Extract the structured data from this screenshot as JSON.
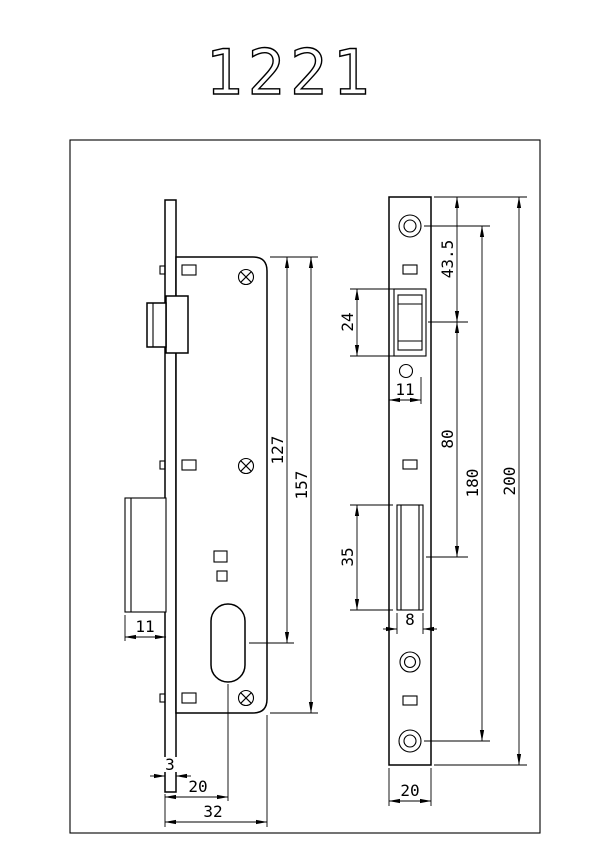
{
  "title": "1221",
  "drawing": {
    "line_color": "#000000",
    "background": "#ffffff",
    "side_view": {
      "dim_case_top_to_cylinder": "127",
      "dim_case_height": "157",
      "dim_deadbolt_width": "11",
      "dim_faceplate_thickness": "3",
      "dim_backset": "20",
      "dim_case_depth": "32"
    },
    "front_view": {
      "dim_top_to_latch_center": "43.5",
      "dim_latch_cutout_height": "24",
      "dim_screw_hole_offset": "11",
      "dim_latch_to_bolt_center": "80",
      "dim_screw_spacing": "180",
      "dim_plate_height": "200",
      "dim_bolt_cutout_height": "35",
      "dim_bolt_cutout_width": "8",
      "dim_plate_width": "20"
    }
  }
}
